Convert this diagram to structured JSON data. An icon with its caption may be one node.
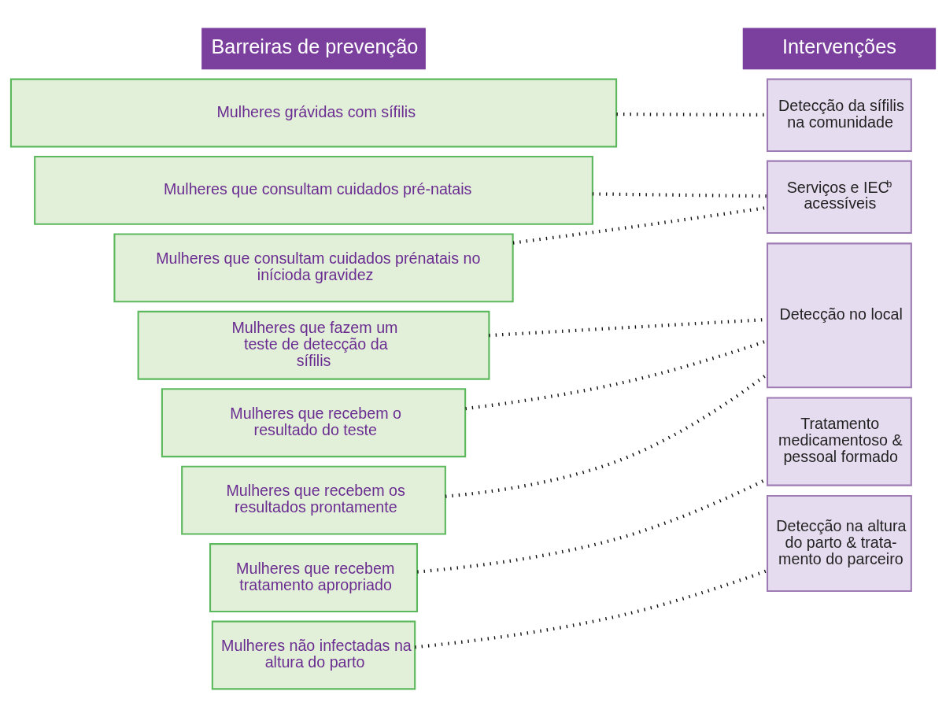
{
  "diagram": {
    "nodes": [
      {
        "text": [
          "Barreiras de prevenção"
        ]
      },
      {
        "text": [
          "Intervenções"
        ]
      },
      {
        "text": [
          "Mulheres grávidas com sífilis"
        ]
      },
      {
        "text": [
          "Mulheres que consultam cuidados pré-natais"
        ]
      },
      {
        "text": [
          "Mulheres que consultam cuidados prénatais no inícioda gravidez"
        ]
      },
      {
        "text": [
          "Mulheres que fazem um teste de detecção da sífilis"
        ]
      },
      {
        "text": [
          "Mulheres que recebem o resultado do teste"
        ]
      },
      {
        "text": [
          "Mulheres que recebem os resultados prontamente"
        ]
      },
      {
        "text": [
          "Mulheres que recebem tratamento apropriado"
        ]
      },
      {
        "text": [
          "Mulheres não infectadas na altura do parto"
        ]
      },
      {
        "text": [
          "Detecção da sífilis na comunidade"
        ]
      },
      {
        "text": [
          "Serviços e IEC$^{b}$ acessíveis"
        ]
      },
      {
        "text": [
          "Detecção no local"
        ]
      },
      {
        "text": [
          "Tratamento medicamentoso & pessoal formado"
        ]
      },
      {
        "text": [
          "Detecção na altura do parto & trata- mento do parceiro"
        ]
      }
    ],
    "edges": [
      {
        "from": 2,
        "to": 10,
        "arrow": "none"
      },
      {
        "from": 3,
        "to": 11,
        "arrow": "none"
      },
      {
        "from": 4,
        "to": 11,
        "arrow": "none"
      },
      {
        "from": 5,
        "to": 12,
        "arrow": "none"
      },
      {
        "from": 6,
        "to": 12,
        "arrow": "none"
      },
      {
        "from": 7,
        "to": 12,
        "arrow": "none"
      },
      {
        "from": 8,
        "to": 13,
        "arrow": "none"
      },
      {
        "from": 9,
        "to": 14,
        "arrow": "none"
      }
    ]
  }
}
